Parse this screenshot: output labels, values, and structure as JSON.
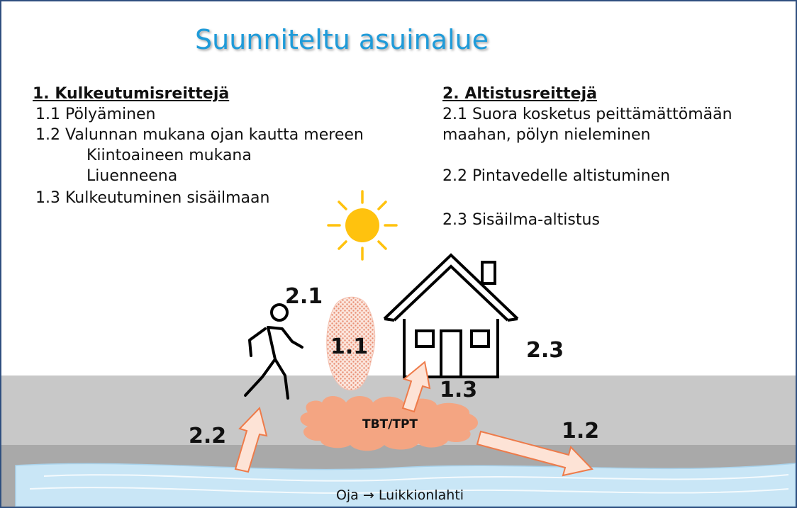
{
  "title": "Suunniteltu asuinalue",
  "left": {
    "heading": "1. Kulkeutumisreittejä",
    "items": [
      "1.1 Pölyäminen",
      "1.2 Valunnan mukana ojan kautta mereen",
      "Kiintoaineen mukana",
      "Liuenneena",
      "1.3 Kulkeutuminen sisäilmaan"
    ]
  },
  "right": {
    "heading": "2. Altistusreittejä",
    "items": [
      "2.1 Suora kosketus peittämättömään",
      "maahan, pölyn nieleminen",
      "2.2 Pintavedelle altistuminen",
      "2.3 Sisäilma-altistus"
    ]
  },
  "scene": {
    "labels": {
      "person": "2.1",
      "dust": "1.1",
      "house": "2.3",
      "indoor": "1.3",
      "water_exposure": "2.2",
      "runoff": "1.2"
    },
    "cloud_label": "TBT/TPT",
    "water_label": "Oja  →  Luikkionlahti"
  },
  "colors": {
    "title": "#1f9bd9",
    "ground_light": "#c8c8c8",
    "ground_dark": "#a9a9a9",
    "water": "#c9e6f6",
    "sun": "#ffc20e",
    "cloud": "#f4a582",
    "arrow_fill": "#fde3d6",
    "arrow_stroke": "#ee7b4a",
    "dust": "#f2b9a8"
  }
}
